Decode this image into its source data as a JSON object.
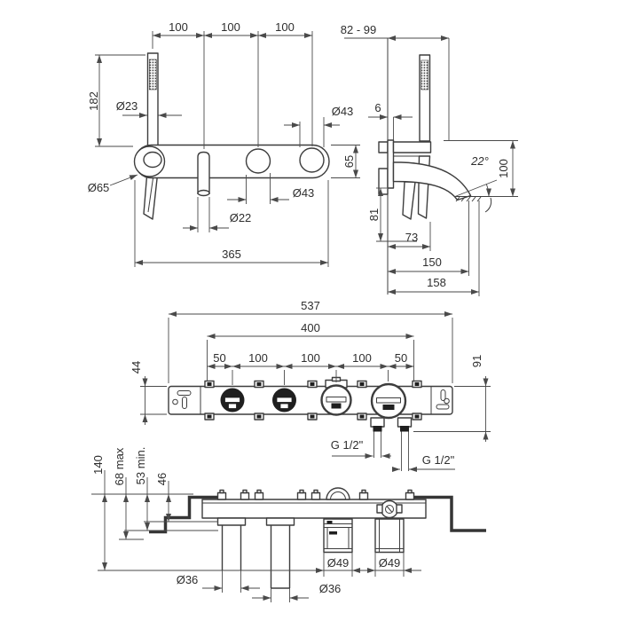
{
  "meta": {
    "background": "#ffffff",
    "ink": "#3d3d3d",
    "dim_ink": "#4a4a4a"
  },
  "front": {
    "s100a": "100",
    "s100b": "100",
    "s100c": "100",
    "h182": "182",
    "d23": "Ø23",
    "d43top": "Ø43",
    "p65": "65",
    "d43mid": "Ø43",
    "d65": "Ø65",
    "d22": "Ø22",
    "len365": "365"
  },
  "side": {
    "range": "82 - 99",
    "t6": "6",
    "a22": "22°",
    "h100": "100",
    "h81": "81",
    "w73": "73",
    "w150": "150",
    "w158": "158"
  },
  "rough_front": {
    "l537": "537",
    "l400": "400",
    "s50a": "50",
    "s100a": "100",
    "s100b": "100",
    "s100c": "100",
    "s50b": "50",
    "h44": "44",
    "d91": "91",
    "g1": "G 1/2\"",
    "g2": "G 1/2\""
  },
  "rough_side": {
    "h140": "140",
    "h68": "68 max",
    "h53": "53 min.",
    "h46": "46",
    "d36a": "Ø36",
    "d36b": "Ø36",
    "d49a": "Ø49",
    "d49b": "Ø49"
  }
}
